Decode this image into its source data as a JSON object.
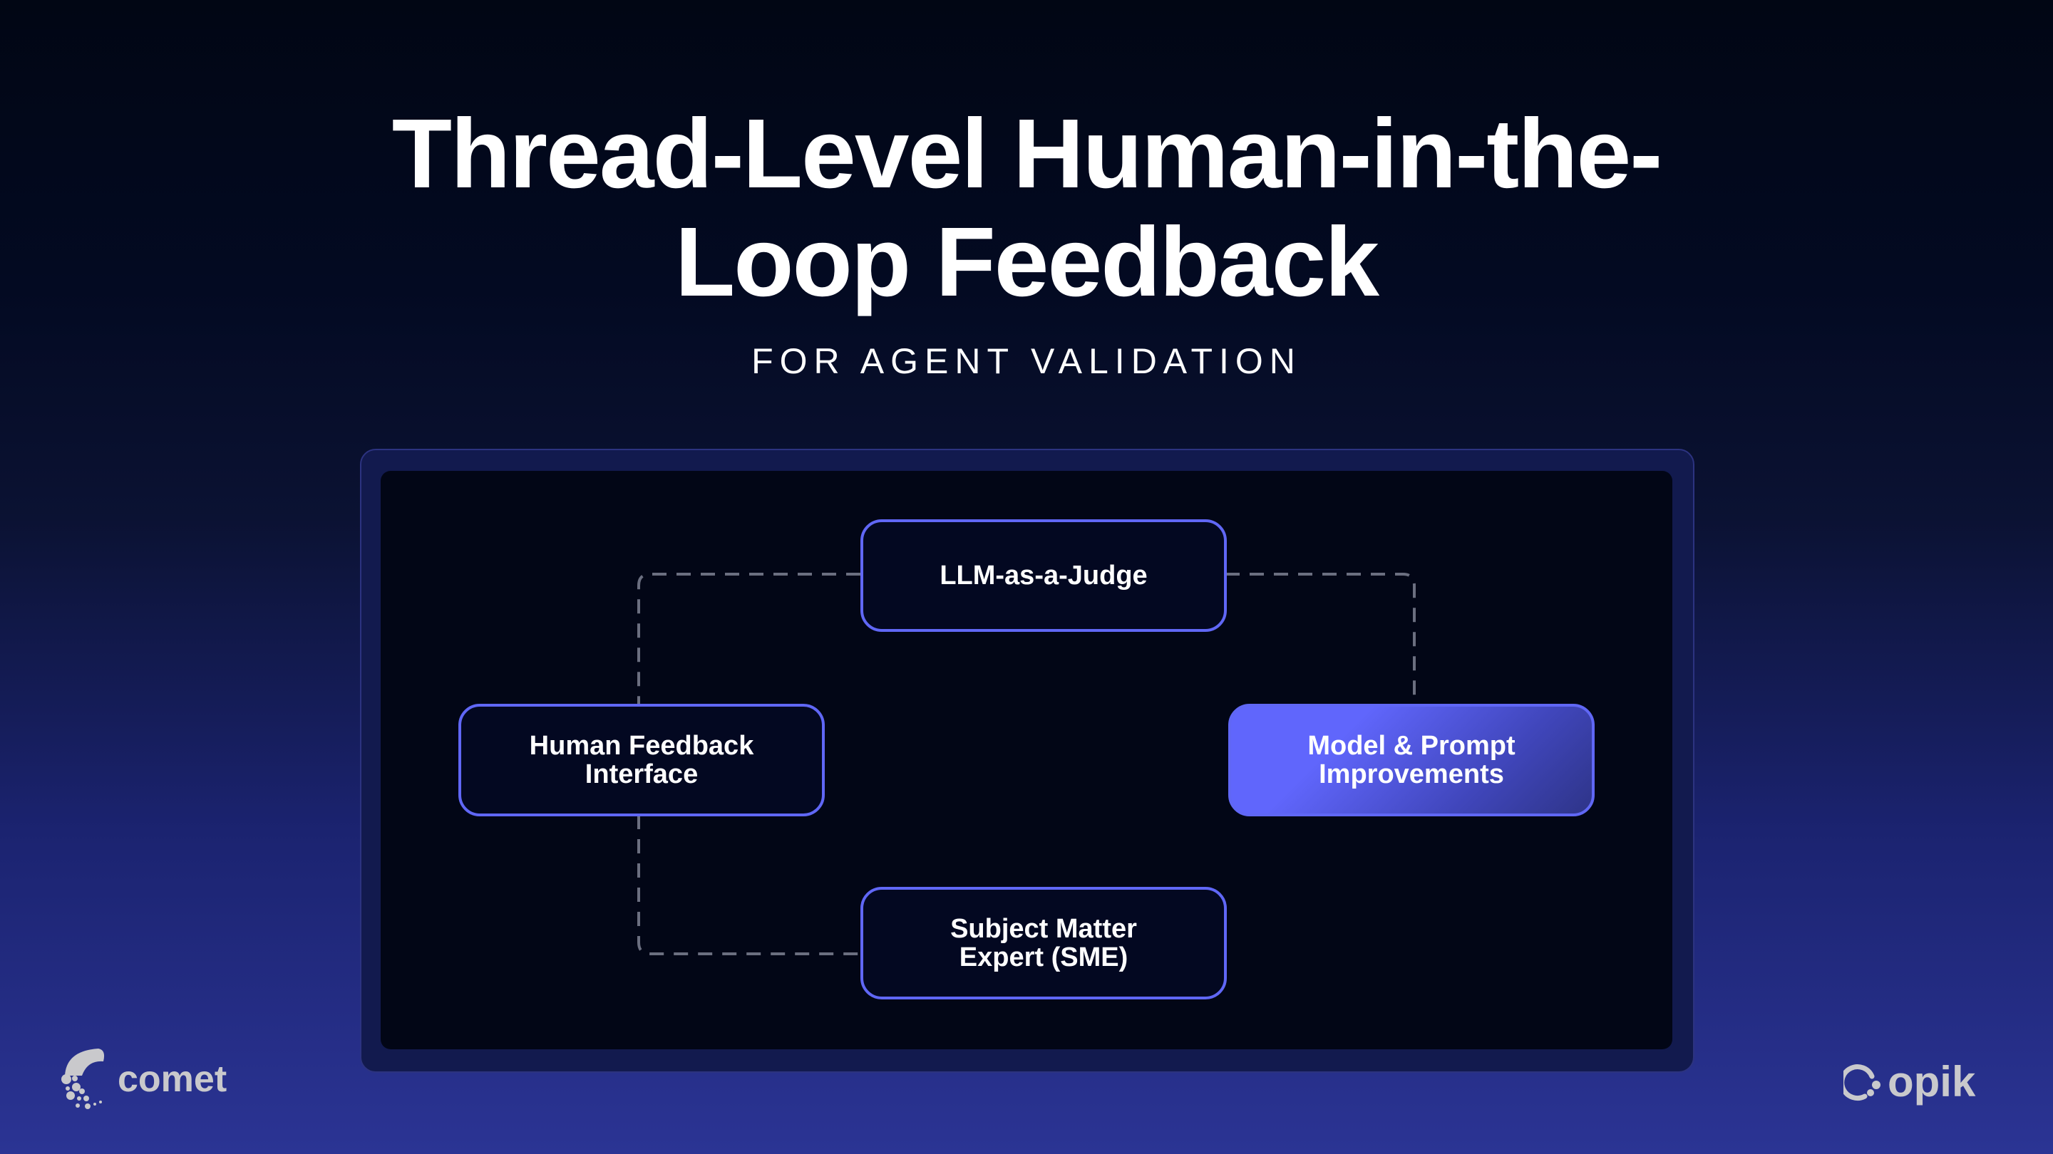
{
  "title": {
    "line1": "Thread-Level Human-in-the-",
    "line2": "Loop Feedback"
  },
  "subtitle": "FOR AGENT VALIDATION",
  "nodes": {
    "llm_judge": "LLM-as-a-Judge",
    "human_feedback": {
      "line1": "Human Feedback",
      "line2": "Interface"
    },
    "model_prompt": {
      "line1": "Model & Prompt",
      "line2": "Improvements"
    },
    "sme": {
      "line1": "Subject Matter",
      "line2": "Expert (SME)"
    }
  },
  "colors": {
    "accent": "#6067f5",
    "connector": "#6b6f80"
  },
  "logos": {
    "left": "comet",
    "right": "opik"
  }
}
